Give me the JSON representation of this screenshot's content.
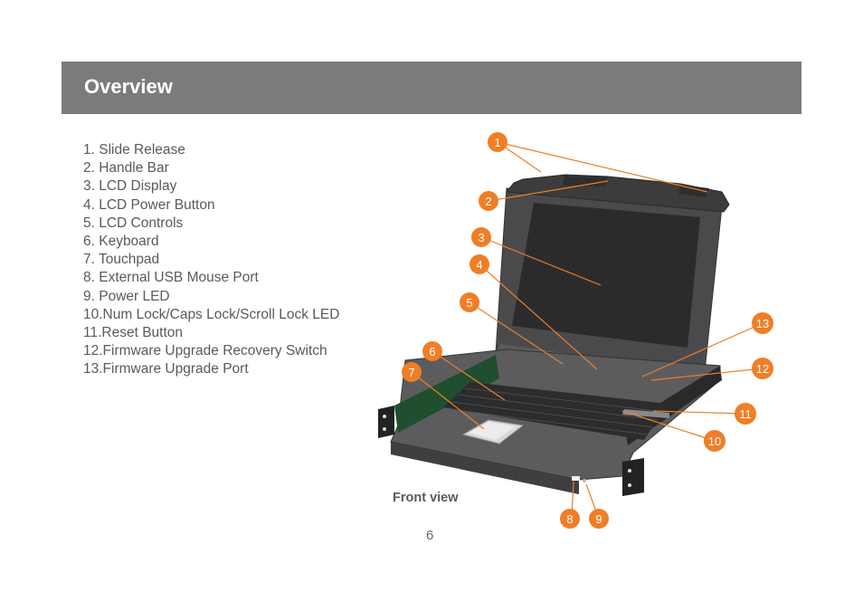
{
  "header": {
    "title": "Overview"
  },
  "parts": [
    "1.  Slide Release",
    "2.  Handle Bar",
    "3.  LCD Display",
    "4.  LCD Power Button",
    "5.  LCD Controls",
    "6.  Keyboard",
    "7.  Touchpad",
    "8.  External USB Mouse Port",
    "9.  Power LED",
    "10.Num Lock/Caps Lock/Scroll Lock LED",
    "11.Reset Button",
    "12.Firmware Upgrade Recovery Switch",
    "13.Firmware Upgrade Port"
  ],
  "figure": {
    "caption": "Front view",
    "callouts": [
      "1",
      "2",
      "3",
      "4",
      "5",
      "6",
      "7",
      "8",
      "9",
      "10",
      "11",
      "12",
      "13"
    ],
    "accent_color": "#f07e26"
  },
  "page_number": "6"
}
